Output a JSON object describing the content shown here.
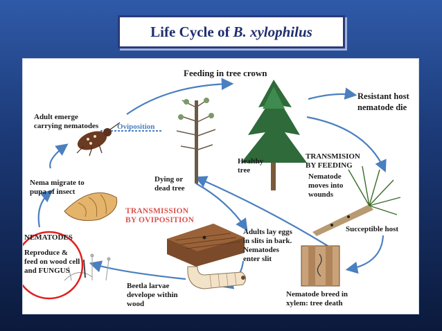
{
  "slide": {
    "title_prefix": "Life Cycle of",
    "title_species": "B. xylophilus"
  },
  "diagram": {
    "feeding_crown": "Feeding in tree crown",
    "resistant_1": "Resistant host",
    "resistant_2": "nematode die",
    "adult_1": "Adult emerge",
    "adult_2": "carrying nematodes",
    "oviposition": "Oviposition",
    "healthy_1": "Healthy",
    "healthy_2": "tree",
    "tfeed_1": "TRANSMISION",
    "tfeed_2": "BY FEEDING",
    "wounds_1": "Nematode",
    "wounds_2": "moves into",
    "wounds_3": "wounds",
    "migrate_1": "Nema migrate to",
    "migrate_2": "pupa of insect",
    "dying_1": "Dying or",
    "dying_2": "dead tree",
    "tovi_1": "TRANSMISSION",
    "tovi_2": "BY OVIPOSITION",
    "suscept": "Succeptible host",
    "nematodes_1": "NEMATODES",
    "nematodes_2": "Reproduce &",
    "nematodes_3": "feed on wood cell",
    "nematodes_4": "and FUNGUS",
    "eggs_1": "Adults lay eggs",
    "eggs_2": "in slits in bark.",
    "eggs_3": "Nematodes",
    "eggs_4": "enter slit",
    "larvae_1": "Beetla larvae",
    "larvae_2": "develope within",
    "larvae_3": "wood",
    "breed_1": "Nematode breed in",
    "breed_2": "xylem: tree death"
  }
}
